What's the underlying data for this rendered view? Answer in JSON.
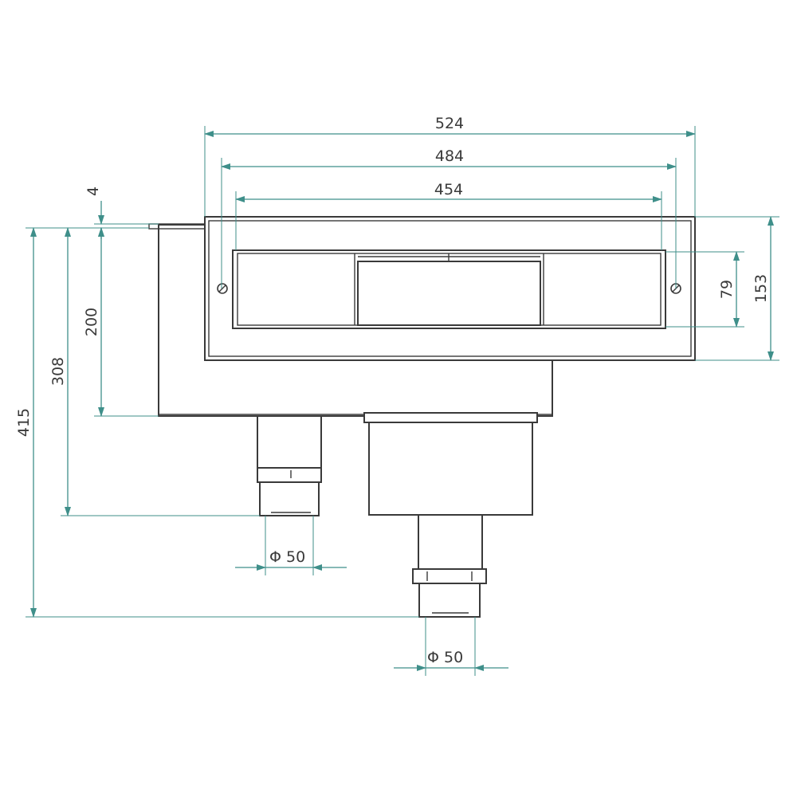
{
  "colors": {
    "dimension_line": "#3f8f8a",
    "outline": "#3a3a3a",
    "background": "#ffffff"
  },
  "dimensions": {
    "overall_width": "524",
    "inner_width": "484",
    "opening_width": "454",
    "flange_thickness": "4",
    "body_depth": "200",
    "side_outlet_depth": "308",
    "total_height": "415",
    "opening_height": "79",
    "front_height": "153",
    "side_outlet_diameter": "Φ 50",
    "bottom_outlet_diameter": "Φ 50"
  }
}
